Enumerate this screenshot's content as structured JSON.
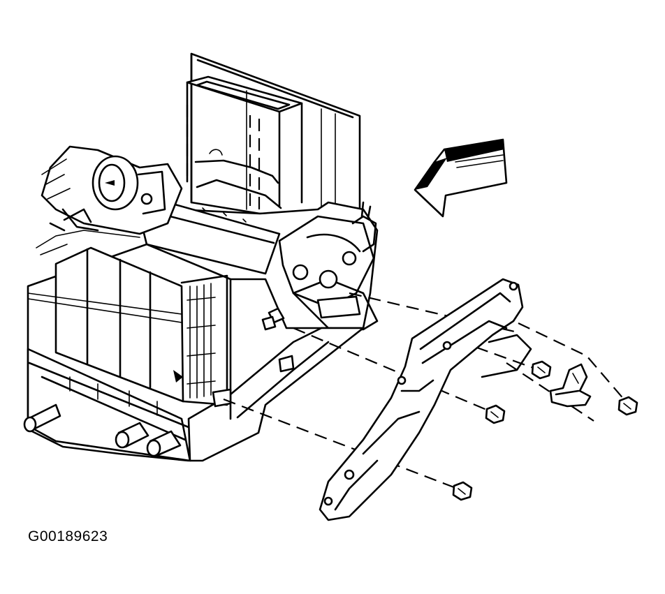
{
  "figure": {
    "id_label": "G00189623"
  },
  "colors": {
    "ink": "#000000",
    "paper": "#ffffff"
  },
  "parts": [
    "hvac-module-housing",
    "air-inlet-duct",
    "blower-motor",
    "heater-core-pipes",
    "support-bracket",
    "bracket-bolt",
    "clip-fastener",
    "view-direction-arrow"
  ]
}
